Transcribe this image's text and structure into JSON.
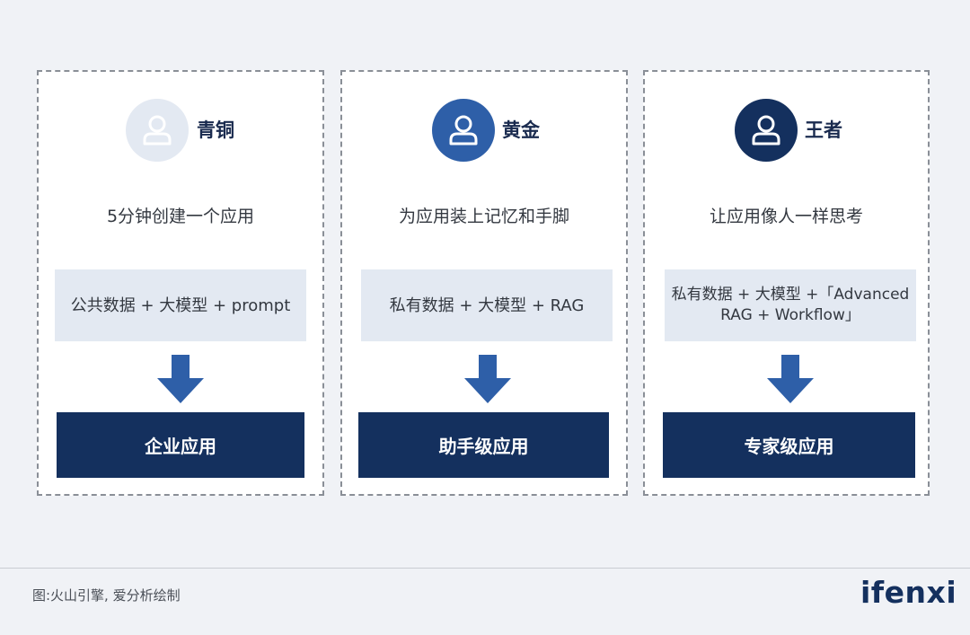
{
  "cards": [
    {
      "tier": "青铜",
      "avatar_color": "#e3e9f2",
      "icon_color": "#ffffff",
      "tagline": "5分钟创建一个应用",
      "formula": "公共数据 + 大模型 + prompt",
      "result": "企业应用",
      "icon": "user-icon"
    },
    {
      "tier": "黄金",
      "avatar_color": "#2e5fa8",
      "icon_color": "#ffffff",
      "tagline": "为应用装上记忆和手脚",
      "formula": "私有数据 + 大模型 + RAG",
      "result": "助手级应用",
      "icon": "user-icon"
    },
    {
      "tier": "王者",
      "avatar_color": "#14305e",
      "icon_color": "#ffffff",
      "tagline": "让应用像人一样思考",
      "formula_line1": "私有数据 + 大模型 +「Advanced",
      "formula_line2": "RAG + Workflow」",
      "result": "专家级应用",
      "icon": "user-icon"
    }
  ],
  "arrow_color": "#2e5fa8",
  "footer": {
    "source": "图:火山引擎, 爱分析绘制",
    "logo": "ifenxi"
  }
}
